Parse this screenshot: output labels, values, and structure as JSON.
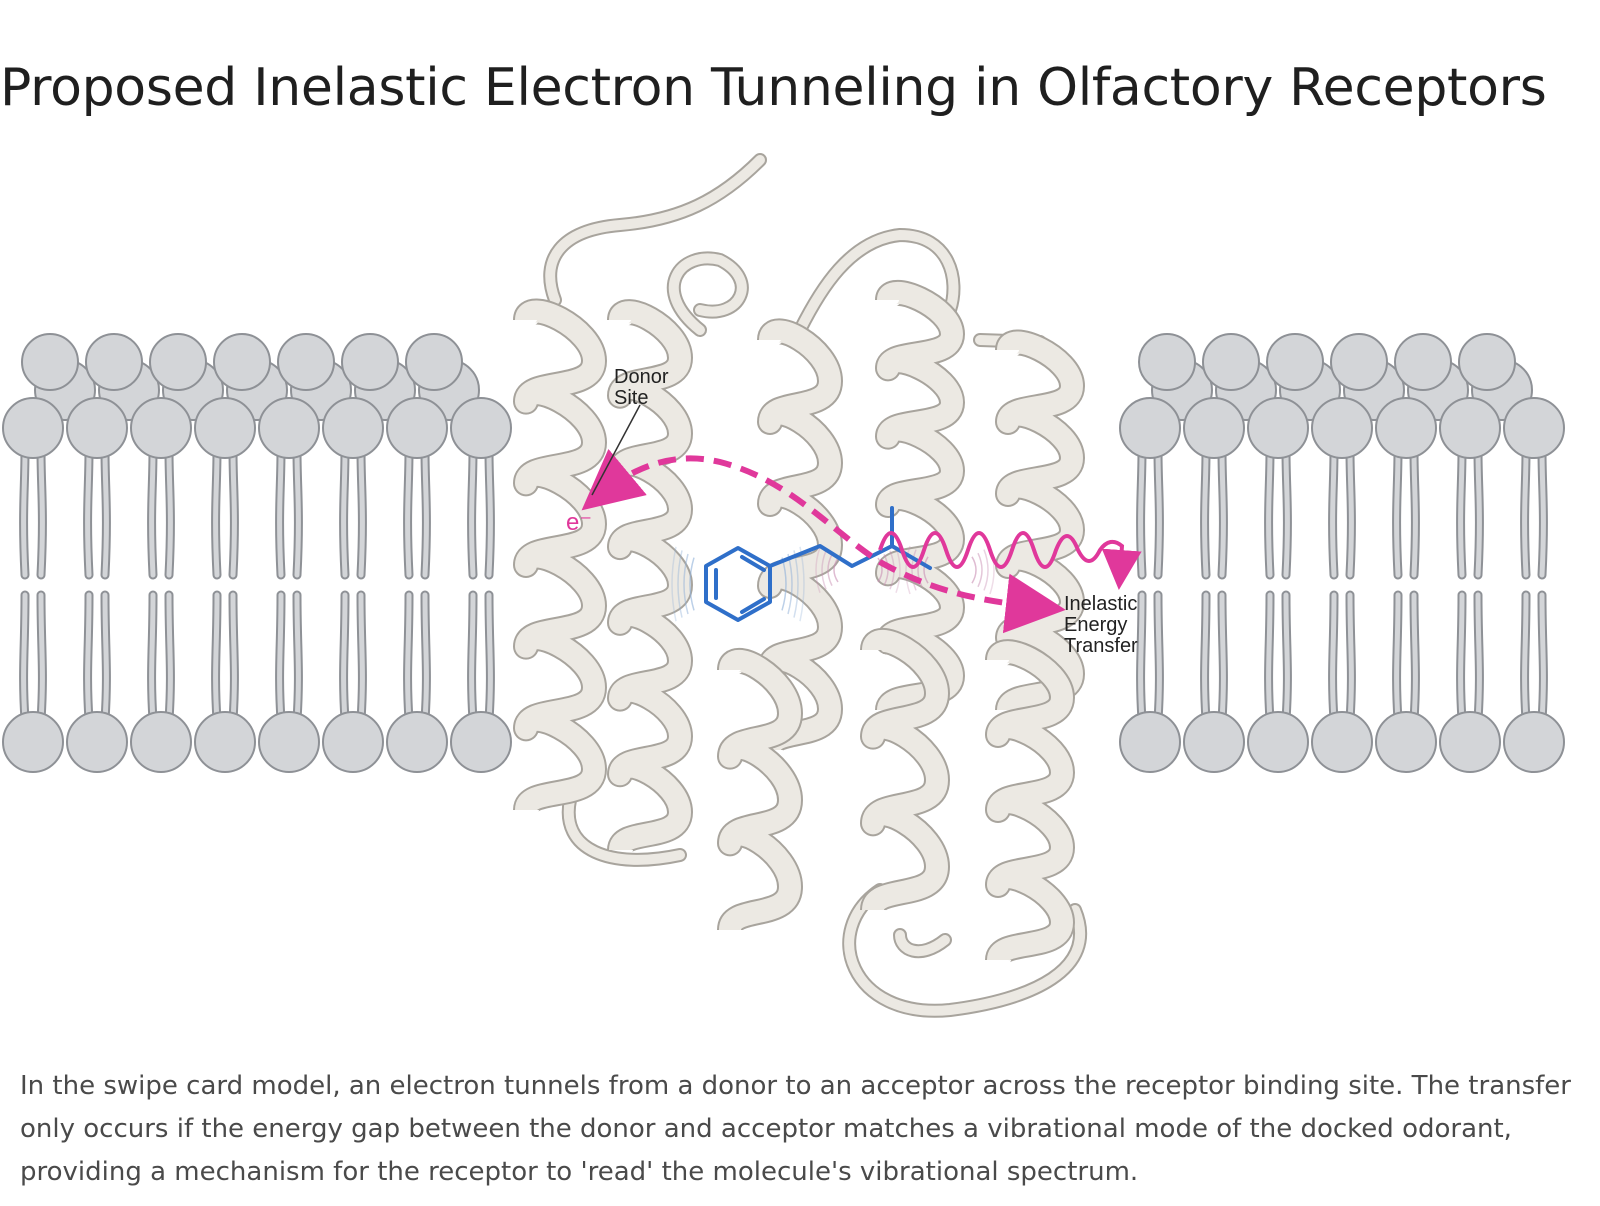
{
  "title": "Proposed Inelastic Electron Tunneling in Olfactory Receptors",
  "labels": {
    "donor": [
      "Donor",
      "Site"
    ],
    "electron": "e⁻",
    "transfer": [
      "Inelastic",
      "Energy",
      "Transfer"
    ]
  },
  "caption": "In the swipe card model, an electron tunnels from a donor to an acceptor across the receptor binding site. The transfer only occurs if the energy gap between the donor and acceptor matches a vibrational mode of the docked odorant, providing a mechanism for the receptor to 'read' the molecule's vibrational spectrum.",
  "colors": {
    "membrane": "#d3d5d8",
    "membrane_stroke": "#8e9196",
    "protein": "#ece9e3",
    "protein_stroke": "#a8a49d",
    "electron_path": "#e0389b",
    "odorant": "#2f6fc9"
  },
  "icons": {
    "odorant": "odorant-molecule-icon",
    "receptor": "receptor-protein-icon"
  }
}
